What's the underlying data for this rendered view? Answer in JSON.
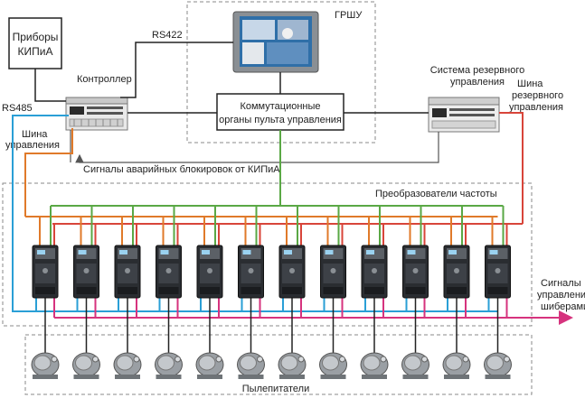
{
  "labels": {
    "kipia_line1": "Приборы",
    "kipia_line2": "КИПиА",
    "grshu": "ГРШУ",
    "rs422": "RS422",
    "controller": "Контроллер",
    "rs485": "RS485",
    "control_bus_line1": "Шина",
    "control_bus_line2": "управления",
    "switching_line1": "Коммутационные",
    "switching_line2": "органы пульта управления",
    "backup_system_line1": "Система резервного",
    "backup_system_line2": "управления",
    "backup_bus_line1": "Шина",
    "backup_bus_line2": "резервного",
    "backup_bus_line3": "управления",
    "emergency_signals": "Сигналы аварийных блокировок от КИПиА",
    "converters": "Преобразователи частоты",
    "damper_signals_line1": "Сигналы",
    "damper_signals_line2": "управления",
    "damper_signals_line3": "шиберами",
    "dust_feeders": "Пылепитатели"
  },
  "colors": {
    "rs485_bus": "#2a9fd6",
    "control_bus": "#e07a2a",
    "switching_bus": "#5aa845",
    "backup_bus": "#d8453a",
    "damper_bus": "#d6337e",
    "signal_lines": "#222222",
    "group_border": "#888888"
  },
  "drive_count": 12,
  "motor_count": 12
}
